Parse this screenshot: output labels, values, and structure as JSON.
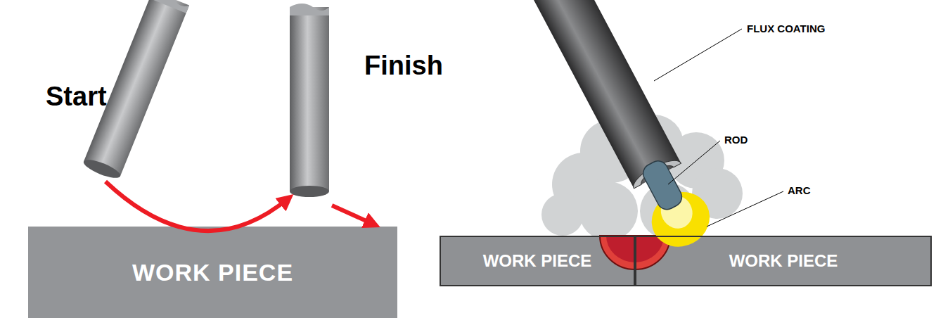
{
  "diagram": {
    "nodes": [
      {
        "text": [
          "WORK PIECE"
        ]
      },
      {
        "text": [
          "WORK PIECE"
        ]
      },
      {
        "text": [
          "WORK PIECE"
        ]
      }
    ],
    "labels": [
      "Start",
      "Finish",
      "FLUX COATING",
      "ROD",
      "ARC"
    ]
  }
}
